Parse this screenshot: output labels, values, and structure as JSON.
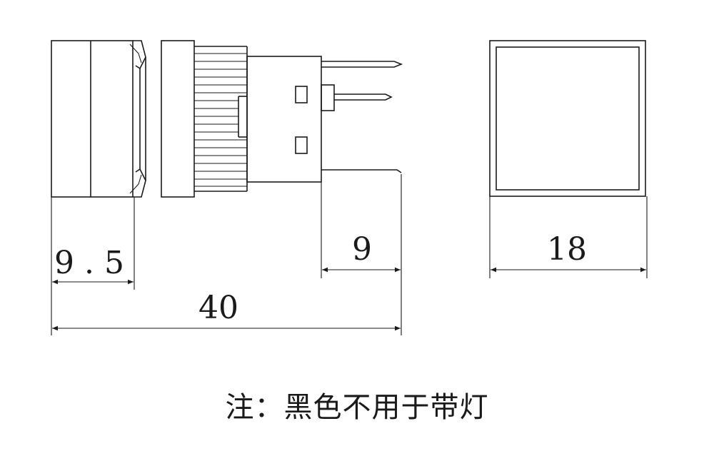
{
  "dimensions": {
    "bezel_depth": "9.5",
    "total_length": "40",
    "pin_length": "9",
    "face_width": "18"
  },
  "note": "注：黑色不用于带灯"
}
